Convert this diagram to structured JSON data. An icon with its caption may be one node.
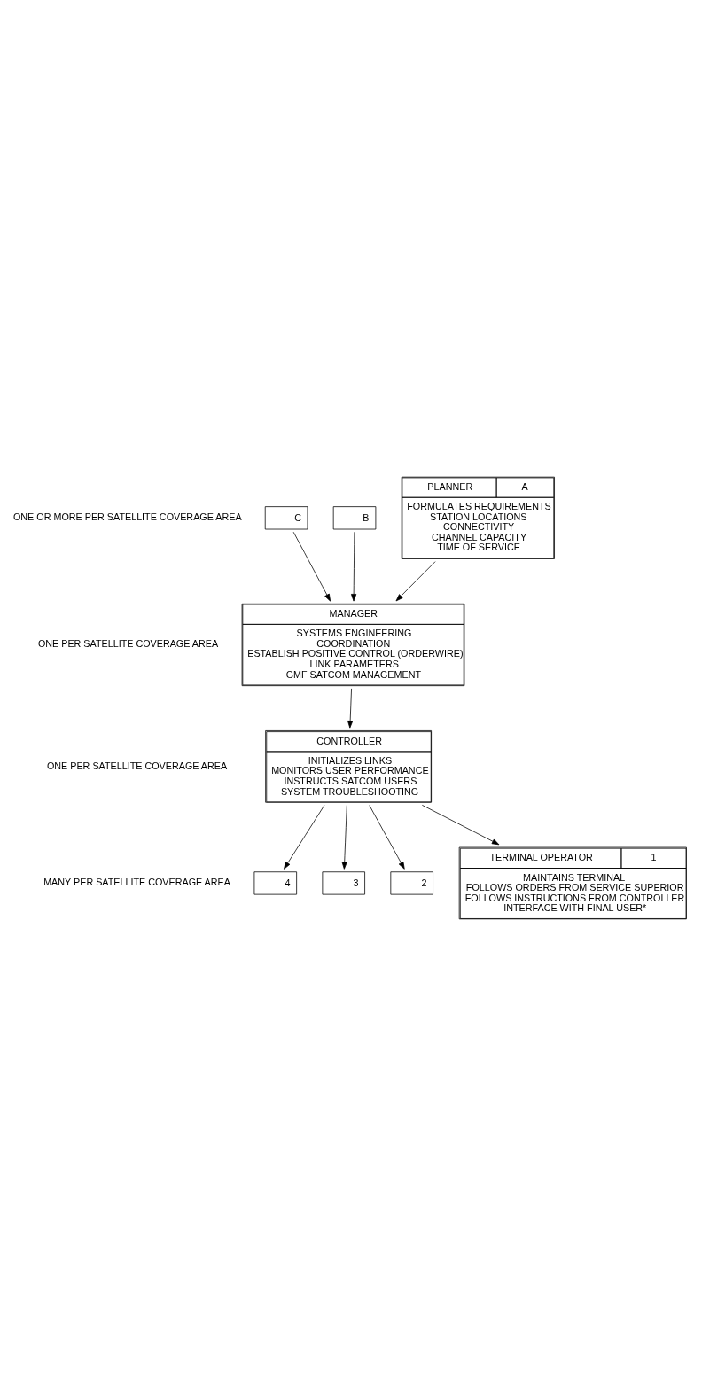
{
  "diagram": {
    "nodes": [
      {
        "text": [
          "C"
        ]
      },
      {
        "text": [
          "B"
        ]
      },
      {
        "text": [
          "PLANNER",
          "A",
          "FORMULATES REQUIREMENTS",
          "STATION LOCATIONS",
          "CONNECTIVITY",
          "CHANNEL CAPACITY",
          "TIME OF SERVICE"
        ]
      },
      {
        "text": [
          "MANAGER",
          "SYSTEMS ENGINEERING",
          "COORDINATION",
          "ESTABLISH POSITIVE CONTROL (ORDERWIRE)",
          "LINK PARAMETERS",
          "GMF SATCOM MANAGEMENT"
        ]
      },
      {
        "text": [
          "CONTROLLER",
          "INITIALIZES LINKS",
          "MONITORS USER PERFORMANCE",
          "INSTRUCTS SATCOM USERS",
          "SYSTEM TROUBLESHOOTING"
        ]
      },
      {
        "text": [
          "4"
        ]
      },
      {
        "text": [
          "3"
        ]
      },
      {
        "text": [
          "2"
        ]
      },
      {
        "text": [
          "TERMINAL OPERATOR",
          "1",
          "MAINTAINS TERMINAL",
          "FOLLOWS ORDERS FROM SERVICE SUPERIOR",
          "FOLLOWS INSTRUCTIONS FROM CONTROLLER",
          "INTERFACE WITH FINAL USER*"
        ]
      }
    ],
    "edges": [
      {
        "from": 0,
        "to": 3,
        "arrow": "to"
      },
      {
        "from": 1,
        "to": 3,
        "arrow": "to"
      },
      {
        "from": 2,
        "to": 3,
        "arrow": "to"
      },
      {
        "from": 3,
        "to": 4,
        "arrow": "to"
      },
      {
        "from": 4,
        "to": 5,
        "arrow": "to"
      },
      {
        "from": 4,
        "to": 6,
        "arrow": "to"
      },
      {
        "from": 4,
        "to": 7,
        "arrow": "to"
      },
      {
        "from": 4,
        "to": 8,
        "arrow": "to"
      }
    ],
    "labels": [
      "ONE OR MORE PER SATELLITE COVERAGE AREA",
      "ONE PER SATELLITE COVERAGE AREA",
      "ONE PER SATELLITE COVERAGE AREA",
      "MANY PER SATELLITE COVERAGE AREA"
    ]
  }
}
